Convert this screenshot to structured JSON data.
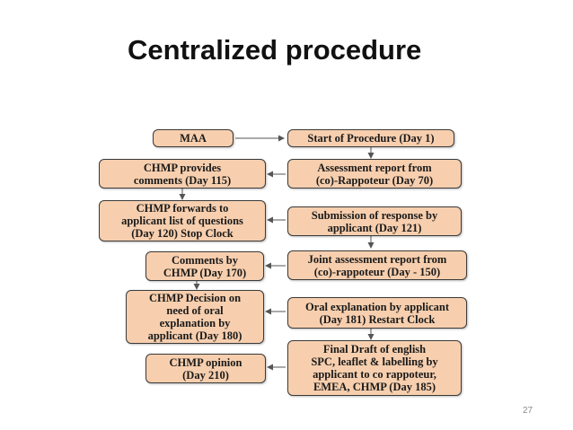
{
  "title": "Centralized procedure",
  "page_number": "27",
  "colors": {
    "box_fill": "#f7cfae",
    "box_border": "#3a3a3a",
    "arrow": "#555555"
  },
  "boxes": {
    "maa": "MAA",
    "start": "Start of Procedure (Day 1)",
    "chmp_comments": "CHMP provides\ncomments (Day 115)",
    "assessment_report": "Assessment report from\n(co)-Rappoteur (Day 70)",
    "chmp_forwards": "CHMP forwards to\napplicant list of questions\n(Day 120) Stop Clock",
    "submission": "Submission of response by\napplicant (Day 121)",
    "comments_by": "Comments by\nCHMP (Day 170)",
    "joint_report": "Joint assessment report from\n(co)-rappoteur (Day - 150)",
    "chmp_decision": "CHMP Decision on\nneed of oral\nexplanation by\napplicant (Day 180)",
    "oral_explanation": "Oral explanation by applicant\n(Day 181) Restart Clock",
    "chmp_opinion": "CHMP opinion\n(Day 210)",
    "final_draft": "Final Draft of english\nSPC, leaflet & labelling by\napplicant to co rappoteur,\nEMEA, CHMP (Day 185)"
  }
}
